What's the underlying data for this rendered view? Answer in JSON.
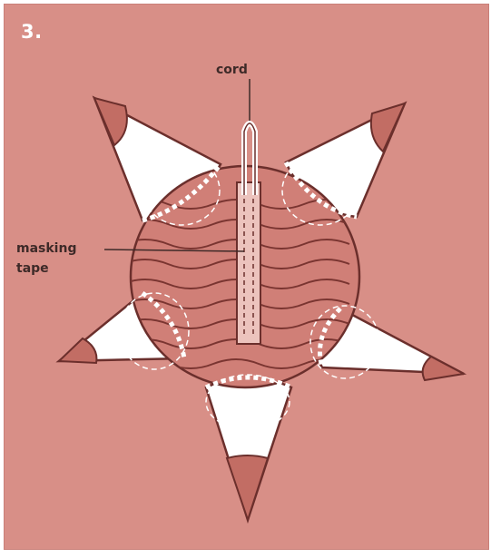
{
  "step_number": "3.",
  "labels": {
    "cord": "cord",
    "masking_line1": "masking",
    "masking_line2": "tape"
  },
  "colors": {
    "background": "#d88f87",
    "body": "#d07f77",
    "cone": "#ffffff",
    "tip": "#c26d64",
    "outline": "#6b2f2c",
    "text": "#3e2a28"
  }
}
